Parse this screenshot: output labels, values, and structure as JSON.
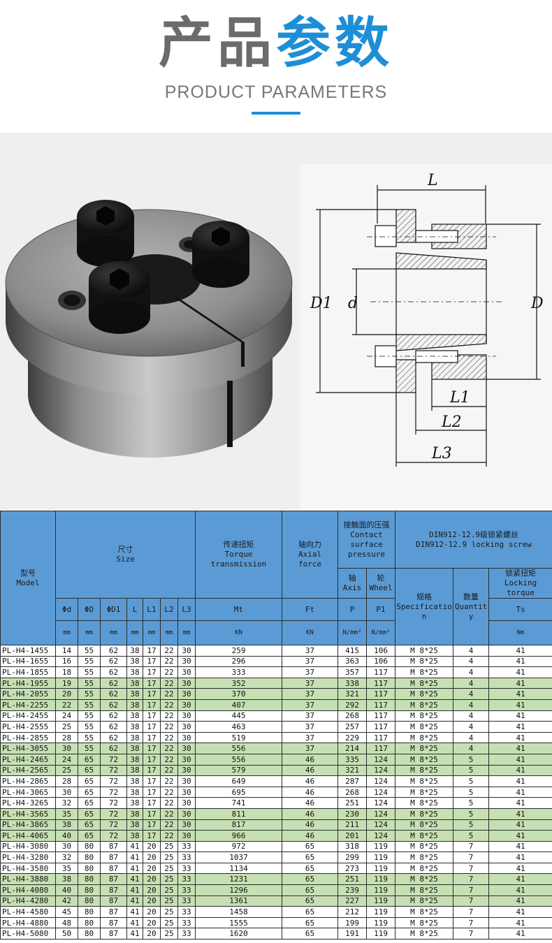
{
  "header": {
    "title_part1": "产品",
    "title_part2": "参数",
    "subtitle": "PRODUCT PARAMETERS"
  },
  "diagram": {
    "labels": {
      "L": "L",
      "D1": "D1",
      "d": "d",
      "D": "D",
      "L1": "L1",
      "L2": "L2",
      "L3": "L3"
    }
  },
  "table": {
    "h_model_cn": "型号",
    "h_model_en": "Model",
    "h_size_cn": "尺寸",
    "h_size_en": "Size",
    "h_torque_cn": "传递扭矩",
    "h_torque_en1": "Torque",
    "h_torque_en2": "transmission",
    "h_axial_cn": "轴向力",
    "h_axial_en1": "Axial",
    "h_axial_en2": "force",
    "h_contact_cn": "接触面的压强",
    "h_contact_en1": "Contact",
    "h_contact_en2": "surface",
    "h_contact_en3": "pressure",
    "h_screw_cn": "DIN912-12.9级锁紧螺丝",
    "h_screw_en": "DIN912-12.9 locking screw",
    "h_axis_cn": "轴",
    "h_axis_en": "Axis",
    "h_wheel_cn": "轮",
    "h_wheel_en": "Wheel",
    "h_spec_cn": "规格",
    "h_spec_en": "Specification",
    "h_qty_cn": "数量",
    "h_qty_en": "Quantity",
    "h_lock_cn": "锁紧扭矩",
    "h_lock_en1": "Locking",
    "h_lock_en2": "torque",
    "sym_d": "Φd",
    "sym_D": "ΦD",
    "sym_D1": "ΦD1",
    "sym_L": "L",
    "sym_L1": "L1",
    "sym_L2": "L2",
    "sym_L3": "L3",
    "sym_Mt": "Mt",
    "sym_Ft": "Ft",
    "sym_P": "P",
    "sym_P1": "P1",
    "sym_Ts": "Ts",
    "unit_mm": "mm",
    "unit_kn": "KN",
    "unit_p": "N/mm²",
    "unit_nm": "Nm",
    "rows": [
      [
        "PL-H4-1455",
        "14",
        "55",
        "62",
        "38",
        "17",
        "22",
        "30",
        "259",
        "37",
        "415",
        "106",
        "M 8*25",
        "4",
        "41"
      ],
      [
        "PL-H4-1655",
        "16",
        "55",
        "62",
        "38",
        "17",
        "22",
        "30",
        "296",
        "37",
        "363",
        "106",
        "M 8*25",
        "4",
        "41"
      ],
      [
        "PL-H4-1855",
        "18",
        "55",
        "62",
        "38",
        "17",
        "22",
        "30",
        "333",
        "37",
        "357",
        "117",
        "M 8*25",
        "4",
        "41"
      ],
      [
        "PL-H4-1955",
        "19",
        "55",
        "62",
        "38",
        "17",
        "22",
        "30",
        "352",
        "37",
        "338",
        "117",
        "M 8*25",
        "4",
        "41"
      ],
      [
        "PL-H4-2055",
        "20",
        "55",
        "62",
        "38",
        "17",
        "22",
        "30",
        "370",
        "37",
        "321",
        "117",
        "M 8*25",
        "4",
        "41"
      ],
      [
        "PL-H4-2255",
        "22",
        "55",
        "62",
        "38",
        "17",
        "22",
        "30",
        "407",
        "37",
        "292",
        "117",
        "M 8*25",
        "4",
        "41"
      ],
      [
        "PL-H4-2455",
        "24",
        "55",
        "62",
        "38",
        "17",
        "22",
        "30",
        "445",
        "37",
        "268",
        "117",
        "M 8*25",
        "4",
        "41"
      ],
      [
        "PL-H4-2555",
        "25",
        "55",
        "62",
        "38",
        "17",
        "22",
        "30",
        "463",
        "37",
        "257",
        "117",
        "M 8*25",
        "4",
        "41"
      ],
      [
        "PL-H4-2855",
        "28",
        "55",
        "62",
        "38",
        "17",
        "22",
        "30",
        "519",
        "37",
        "229",
        "117",
        "M 8*25",
        "4",
        "41"
      ],
      [
        "PL-H4-3055",
        "30",
        "55",
        "62",
        "38",
        "17",
        "22",
        "30",
        "556",
        "37",
        "214",
        "117",
        "M 8*25",
        "4",
        "41"
      ],
      [
        "PL-H4-2465",
        "24",
        "65",
        "72",
        "38",
        "17",
        "22",
        "30",
        "556",
        "46",
        "335",
        "124",
        "M 8*25",
        "5",
        "41"
      ],
      [
        "PL-H4-2565",
        "25",
        "65",
        "72",
        "38",
        "17",
        "22",
        "30",
        "579",
        "46",
        "321",
        "124",
        "M 8*25",
        "5",
        "41"
      ],
      [
        "PL-H4-2865",
        "28",
        "65",
        "72",
        "38",
        "17",
        "22",
        "30",
        "649",
        "46",
        "287",
        "124",
        "M 8*25",
        "5",
        "41"
      ],
      [
        "PL-H4-3065",
        "30",
        "65",
        "72",
        "38",
        "17",
        "22",
        "30",
        "695",
        "46",
        "268",
        "124",
        "M 8*25",
        "5",
        "41"
      ],
      [
        "PL-H4-3265",
        "32",
        "65",
        "72",
        "38",
        "17",
        "22",
        "30",
        "741",
        "46",
        "251",
        "124",
        "M 8*25",
        "5",
        "41"
      ],
      [
        "PL-H4-3565",
        "35",
        "65",
        "72",
        "38",
        "17",
        "22",
        "30",
        "811",
        "46",
        "230",
        "124",
        "M 8*25",
        "5",
        "41"
      ],
      [
        "PL-H4-3865",
        "38",
        "65",
        "72",
        "38",
        "17",
        "22",
        "30",
        "817",
        "46",
        "211",
        "124",
        "M 8*25",
        "5",
        "41"
      ],
      [
        "PL-H4-4065",
        "40",
        "65",
        "72",
        "38",
        "17",
        "22",
        "30",
        "966",
        "46",
        "201",
        "124",
        "M 8*25",
        "5",
        "41"
      ],
      [
        "PL-H4-3080",
        "30",
        "80",
        "87",
        "41",
        "20",
        "25",
        "33",
        "972",
        "65",
        "318",
        "119",
        "M 8*25",
        "7",
        "41"
      ],
      [
        "PL-H4-3280",
        "32",
        "80",
        "87",
        "41",
        "20",
        "25",
        "33",
        "1037",
        "65",
        "299",
        "119",
        "M 8*25",
        "7",
        "41"
      ],
      [
        "PL-H4-3580",
        "35",
        "80",
        "87",
        "41",
        "20",
        "25",
        "33",
        "1134",
        "65",
        "273",
        "119",
        "M 8*25",
        "7",
        "41"
      ],
      [
        "PL-H4-3880",
        "38",
        "80",
        "87",
        "41",
        "20",
        "25",
        "33",
        "1231",
        "65",
        "251",
        "119",
        "M 8*25",
        "7",
        "41"
      ],
      [
        "PL-H4-4080",
        "40",
        "80",
        "87",
        "41",
        "20",
        "25",
        "33",
        "1296",
        "65",
        "239",
        "119",
        "M 8*25",
        "7",
        "41"
      ],
      [
        "PL-H4-4280",
        "42",
        "80",
        "87",
        "41",
        "20",
        "25",
        "33",
        "1361",
        "65",
        "227",
        "119",
        "M 8*25",
        "7",
        "41"
      ],
      [
        "PL-H4-4580",
        "45",
        "80",
        "87",
        "41",
        "20",
        "25",
        "33",
        "1458",
        "65",
        "212",
        "119",
        "M 8*25",
        "7",
        "41"
      ],
      [
        "PL-H4-4880",
        "48",
        "80",
        "87",
        "41",
        "20",
        "25",
        "33",
        "1555",
        "65",
        "199",
        "119",
        "M 8*25",
        "7",
        "41"
      ],
      [
        "PL-H4-5080",
        "50",
        "80",
        "87",
        "41",
        "20",
        "25",
        "33",
        "1620",
        "65",
        "191",
        "119",
        "M 8*25",
        "7",
        "41"
      ]
    ],
    "row_styles": [
      "w",
      "w",
      "w",
      "g",
      "g",
      "g",
      "w",
      "w",
      "w",
      "g",
      "g",
      "g",
      "w",
      "w",
      "w",
      "g",
      "g",
      "g",
      "w",
      "w",
      "w",
      "g",
      "g",
      "g",
      "w",
      "w",
      "w"
    ]
  },
  "colors": {
    "accent": "#1e8fd6",
    "header_bg": "#5b9bd5",
    "row_green": "#c6e0b4"
  }
}
